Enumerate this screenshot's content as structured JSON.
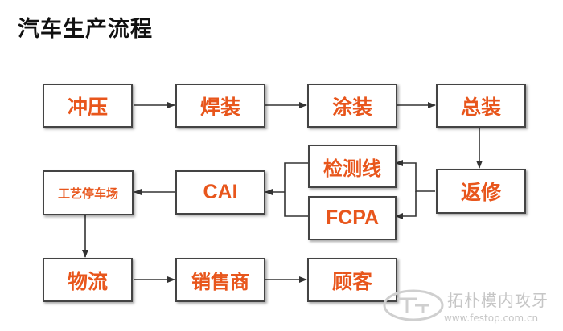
{
  "title": "汽车生产流程",
  "nodes": {
    "stamping": "冲压",
    "welding": "焊装",
    "painting": "涂装",
    "assembly": "总装",
    "inspection_line": "检测线",
    "fcpa": "FCPA",
    "repair": "返修",
    "cai": "CAI",
    "process_lot": "工艺停车场",
    "logistics": "物流",
    "dealer": "销售商",
    "customer": "顾客"
  },
  "watermark": {
    "text": "拓朴模内攻牙",
    "url": "www.festop.com.cn"
  },
  "colors": {
    "node_text": "#e8561c",
    "node_border": "#444444",
    "arrow": "#333333"
  }
}
